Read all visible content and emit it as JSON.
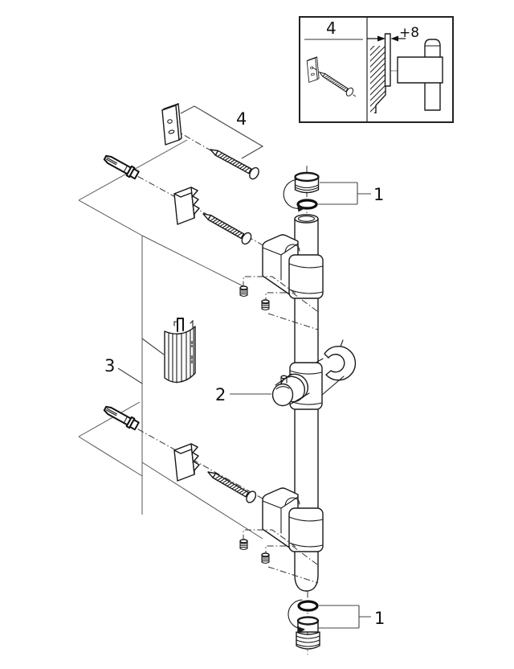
{
  "callouts": {
    "part1_top": "1",
    "part1_bottom": "1",
    "part2": "2",
    "part3": "3",
    "part4": "4"
  },
  "inset": {
    "part4_label": "4",
    "offset_dimension": "+8"
  },
  "colors": {
    "background": "#ffffff",
    "line": "#1a1a1a",
    "thin_line": "#555555",
    "leader_line": "#444444"
  }
}
